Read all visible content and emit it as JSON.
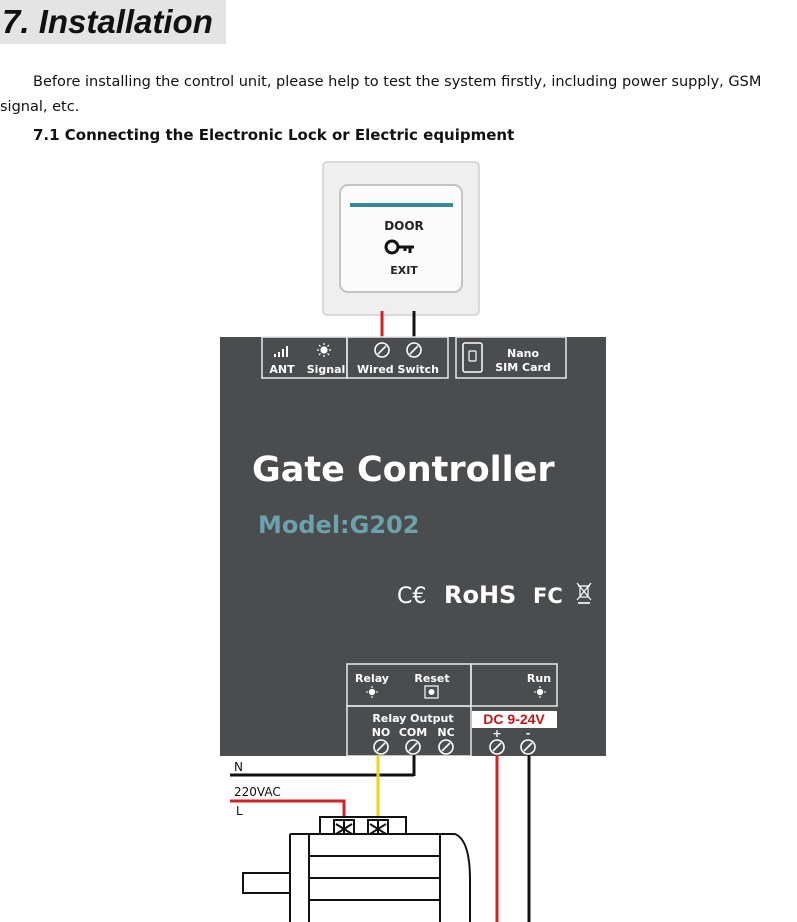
{
  "section": {
    "heading": "7. Installation",
    "intro": "Before installing the control unit, please help to test the system firstly, including power supply, GSM signal, etc.",
    "subheading": "7.1 Connecting the Electronic Lock or Electric equipment"
  },
  "exit_button": {
    "top_label": "DOOR",
    "bottom_label": "EXIT",
    "icon": "key-icon"
  },
  "controller": {
    "top_ports": {
      "ant": "ANT",
      "signal": "Signal",
      "wired_switch": "Wired Switch",
      "sim_line1": "Nano",
      "sim_line2": "SIM Card"
    },
    "title": "Gate Controller",
    "model": "Model:G202",
    "certifications": {
      "ce": "C€",
      "rohs": "RoHS",
      "fcc": "FC"
    },
    "bottom_ports": {
      "relay": "Relay",
      "reset": "Reset",
      "run": "Run",
      "relay_output": "Relay Output",
      "no": "NO",
      "com": "COM",
      "nc": "NC",
      "dc_label": "DC 9-24V",
      "plus": "+",
      "minus": "-"
    }
  },
  "wiring": {
    "neutral": "N",
    "voltage": "220VAC",
    "live": "L"
  },
  "colors": {
    "controller_body": "#4a4c4e",
    "model_text": "#6aa2ad",
    "red_wire": "#d42020",
    "yellow_wire": "#f2d21a",
    "dc_label": "#c01818",
    "exit_accent": "#3a8891"
  }
}
